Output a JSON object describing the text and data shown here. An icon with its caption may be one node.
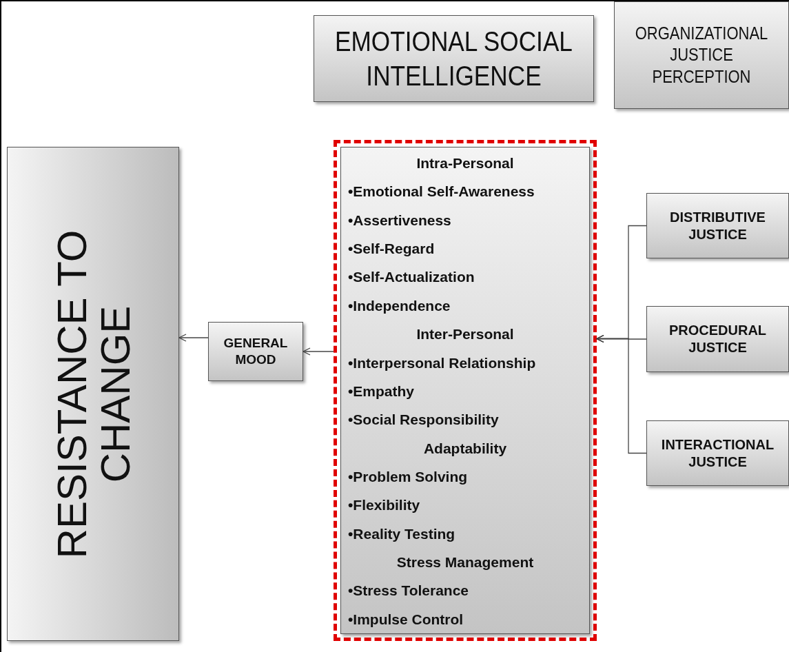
{
  "diagram": {
    "nodes": [
      {
        "text": [
          "EMOTIONAL SOCIAL INTELLIGENCE"
        ]
      },
      {
        "text": [
          "ORGANIZATIONAL JUSTICE PERCEPTION"
        ]
      },
      {
        "text": [
          "RESISTANCE TO CHANGE"
        ]
      },
      {
        "text": [
          "Intra-Personal",
          "•Emotional Self-Awareness",
          "•Assertiveness",
          "•Self-Regard",
          "•Self-Actualization",
          "•Independence",
          "Inter-Personal",
          "•Interpersonal Relationship",
          "•Empathy",
          "•Social Responsibility",
          "Adaptability",
          "•Problem Solving",
          "•Flexibility",
          "•Reality Testing",
          "Stress Management",
          "•Stress Tolerance",
          "•Impulse Control"
        ]
      },
      {
        "text": [
          "GENERAL MOOD"
        ]
      },
      {
        "text": [
          "DISTRIBUTIVE JUSTICE"
        ]
      },
      {
        "text": [
          "PROCEDURAL JUSTICE"
        ]
      },
      {
        "text": [
          "INTERACTIONAL JUSTICE"
        ]
      }
    ],
    "edges": [
      {
        "from": 3,
        "to": 4,
        "arrow": "to"
      },
      {
        "from": 4,
        "to": 2,
        "arrow": "to"
      },
      {
        "from": 5,
        "to": 3,
        "arrow": "to"
      },
      {
        "from": 6,
        "to": 3,
        "arrow": "to"
      },
      {
        "from": 7,
        "to": 3,
        "arrow": "to"
      }
    ]
  }
}
